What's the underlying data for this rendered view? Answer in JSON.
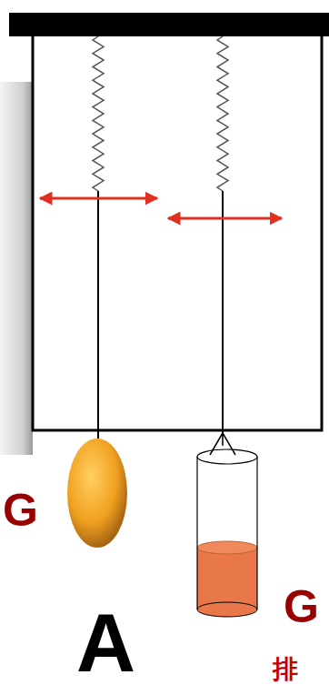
{
  "diagram": {
    "labels": [
      "G",
      "A",
      "G",
      "排"
    ]
  }
}
